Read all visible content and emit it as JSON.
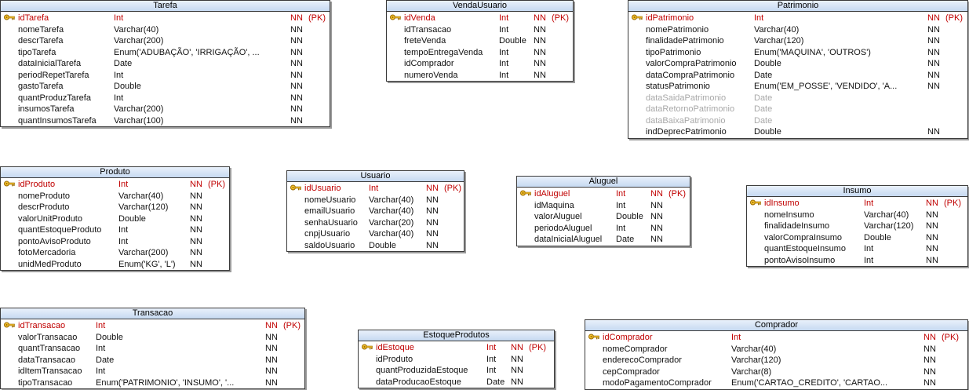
{
  "tables": {
    "tarefa": {
      "name": "Tarefa",
      "rows": [
        {
          "name": "idTarefa",
          "type": "Int",
          "flags": "NN",
          "pk": "(PK)"
        },
        {
          "name": "nomeTarefa",
          "type": "Varchar(40)",
          "flags": "NN"
        },
        {
          "name": "descrTarefa",
          "type": "Varchar(200)",
          "flags": "NN"
        },
        {
          "name": "tipoTarefa",
          "type": "Enum('ADUBAÇÃO', 'IRRIGAÇÃO', ...",
          "flags": "NN"
        },
        {
          "name": "dataInicialTarefa",
          "type": "Date",
          "flags": "NN"
        },
        {
          "name": "periodRepetTarefa",
          "type": "Int",
          "flags": "NN"
        },
        {
          "name": "gastoTarefa",
          "type": "Double",
          "flags": "NN"
        },
        {
          "name": "quantProduzTarefa",
          "type": "Int",
          "flags": "NN"
        },
        {
          "name": "insumosTarefa",
          "type": "Varchar(200)",
          "flags": "NN"
        },
        {
          "name": "quantInsumosTarefa",
          "type": "Varchar(100)",
          "flags": "NN"
        }
      ]
    },
    "vendausuario": {
      "name": "VendaUsuario",
      "rows": [
        {
          "name": "idVenda",
          "type": "Int",
          "flags": "NN",
          "pk": "(PK)"
        },
        {
          "name": "idTransacao",
          "type": "Int",
          "flags": "NN"
        },
        {
          "name": "freteVenda",
          "type": "Double",
          "flags": "NN"
        },
        {
          "name": "tempoEntregaVenda",
          "type": "Int",
          "flags": "NN"
        },
        {
          "name": "idComprador",
          "type": "Int",
          "flags": "NN"
        },
        {
          "name": "numeroVenda",
          "type": "Int",
          "flags": "NN"
        }
      ]
    },
    "patrimonio": {
      "name": "Patrimonio",
      "rows": [
        {
          "name": "idPatrimonio",
          "type": "Int",
          "flags": "NN",
          "pk": "(PK)"
        },
        {
          "name": "nomePatrimonio",
          "type": "Varchar(40)",
          "flags": "NN"
        },
        {
          "name": "finalidadePatrimonio",
          "type": "Varchar(120)",
          "flags": "NN"
        },
        {
          "name": "tipoPatrimonio",
          "type": "Enum('MAQUINA', 'OUTROS')",
          "flags": "NN"
        },
        {
          "name": "valorCompraPatrimonio",
          "type": "Double",
          "flags": "NN"
        },
        {
          "name": "dataCompraPatrimonio",
          "type": "Date",
          "flags": "NN"
        },
        {
          "name": "statusPatrimonio",
          "type": "Enum('EM_POSSE', 'VENDIDO', 'A...",
          "flags": "NN"
        },
        {
          "name": "dataSaidaPatrimonio",
          "type": "Date",
          "flags": "",
          "dim": true
        },
        {
          "name": "dataRetornoPatrimonio",
          "type": "Date",
          "flags": "",
          "dim": true
        },
        {
          "name": "dataBaixaPatrimonio",
          "type": "Date",
          "flags": "",
          "dim": true
        },
        {
          "name": "indDeprecPatrimonio",
          "type": "Double",
          "flags": "NN"
        }
      ]
    },
    "produto": {
      "name": "Produto",
      "rows": [
        {
          "name": "idProduto",
          "type": "Int",
          "flags": "NN",
          "pk": "(PK)"
        },
        {
          "name": "nomeProduto",
          "type": "Varchar(40)",
          "flags": "NN"
        },
        {
          "name": "descrProduto",
          "type": "Varchar(120)",
          "flags": "NN"
        },
        {
          "name": "valorUnitProduto",
          "type": "Double",
          "flags": "NN"
        },
        {
          "name": "quantEstoqueProduto",
          "type": "Int",
          "flags": "NN"
        },
        {
          "name": "pontoAvisoProduto",
          "type": "Int",
          "flags": "NN"
        },
        {
          "name": "fotoMercadoria",
          "type": "Varchar(200)",
          "flags": "NN"
        },
        {
          "name": "unidMedProduto",
          "type": "Enum('KG', 'L')",
          "flags": "NN"
        }
      ]
    },
    "usuario": {
      "name": "Usuario",
      "rows": [
        {
          "name": "idUsuario",
          "type": "Int",
          "flags": "NN",
          "pk": "(PK)"
        },
        {
          "name": "nomeUsuario",
          "type": "Varchar(40)",
          "flags": "NN"
        },
        {
          "name": "emailUsuario",
          "type": "Varchar(40)",
          "flags": "NN"
        },
        {
          "name": "senhaUsuario",
          "type": "Varchar(20)",
          "flags": "NN"
        },
        {
          "name": "cnpjUsuario",
          "type": "Varchar(40)",
          "flags": "NN"
        },
        {
          "name": "saldoUsuario",
          "type": "Double",
          "flags": "NN"
        }
      ]
    },
    "aluguel": {
      "name": "Aluguel",
      "rows": [
        {
          "name": "idAluguel",
          "type": "Int",
          "flags": "NN",
          "pk": "(PK)"
        },
        {
          "name": "idMaquina",
          "type": "Int",
          "flags": "NN"
        },
        {
          "name": "valorAluguel",
          "type": "Double",
          "flags": "NN"
        },
        {
          "name": "periodoAluguel",
          "type": "Int",
          "flags": "NN"
        },
        {
          "name": "dataInicialAluguel",
          "type": "Date",
          "flags": "NN"
        }
      ]
    },
    "insumo": {
      "name": "Insumo",
      "rows": [
        {
          "name": "idInsumo",
          "type": "Int",
          "flags": "NN",
          "pk": "(PK)"
        },
        {
          "name": "nomeInsumo",
          "type": "Varchar(40)",
          "flags": "NN"
        },
        {
          "name": "finalidadeInsumo",
          "type": "Varchar(120)",
          "flags": "NN"
        },
        {
          "name": "valorCompraInsumo",
          "type": "Double",
          "flags": "NN"
        },
        {
          "name": "quantEstoqueInsumo",
          "type": "Int",
          "flags": "NN"
        },
        {
          "name": "pontoAvisoInsumo",
          "type": "Int",
          "flags": "NN"
        }
      ]
    },
    "transacao": {
      "name": "Transacao",
      "rows": [
        {
          "name": "idTransacao",
          "type": "Int",
          "flags": "NN",
          "pk": "(PK)"
        },
        {
          "name": "valorTransacao",
          "type": "Double",
          "flags": "NN"
        },
        {
          "name": "quantTransacao",
          "type": "Int",
          "flags": "NN"
        },
        {
          "name": "dataTransacao",
          "type": "Date",
          "flags": "NN"
        },
        {
          "name": "idItemTransacao",
          "type": "Int",
          "flags": "NN"
        },
        {
          "name": "tipoTransacao",
          "type": "Enum('PATRIMONIO', 'INSUMO', '...",
          "flags": "NN"
        }
      ]
    },
    "estoqueprodutos": {
      "name": "EstoqueProdutos",
      "rows": [
        {
          "name": "idEstoque",
          "type": "Int",
          "flags": "NN",
          "pk": "(PK)"
        },
        {
          "name": "idProduto",
          "type": "Int",
          "flags": "NN"
        },
        {
          "name": "quantProduzidaEstoque",
          "type": "Int",
          "flags": "NN"
        },
        {
          "name": "dataProducaoEstoque",
          "type": "Date",
          "flags": "NN"
        }
      ]
    },
    "comprador": {
      "name": "Comprador",
      "rows": [
        {
          "name": "idComprador",
          "type": "Int",
          "flags": "NN",
          "pk": "(PK)"
        },
        {
          "name": "nomeComprador",
          "type": "Varchar(40)",
          "flags": "NN"
        },
        {
          "name": "enderecoComprador",
          "type": "Varchar(120)",
          "flags": "NN"
        },
        {
          "name": "cepComprador",
          "type": "Varchar(8)",
          "flags": "NN"
        },
        {
          "name": "modoPagamentoComprador",
          "type": "Enum('CARTAO_CREDITO', 'CARTAO...",
          "flags": "NN"
        }
      ]
    }
  },
  "colors": {
    "header_fill": "#c6d9f1",
    "pk_text": "#c00000",
    "nullable_text": "#a8a8a8"
  },
  "icons": {
    "primary_key": "key-icon"
  }
}
